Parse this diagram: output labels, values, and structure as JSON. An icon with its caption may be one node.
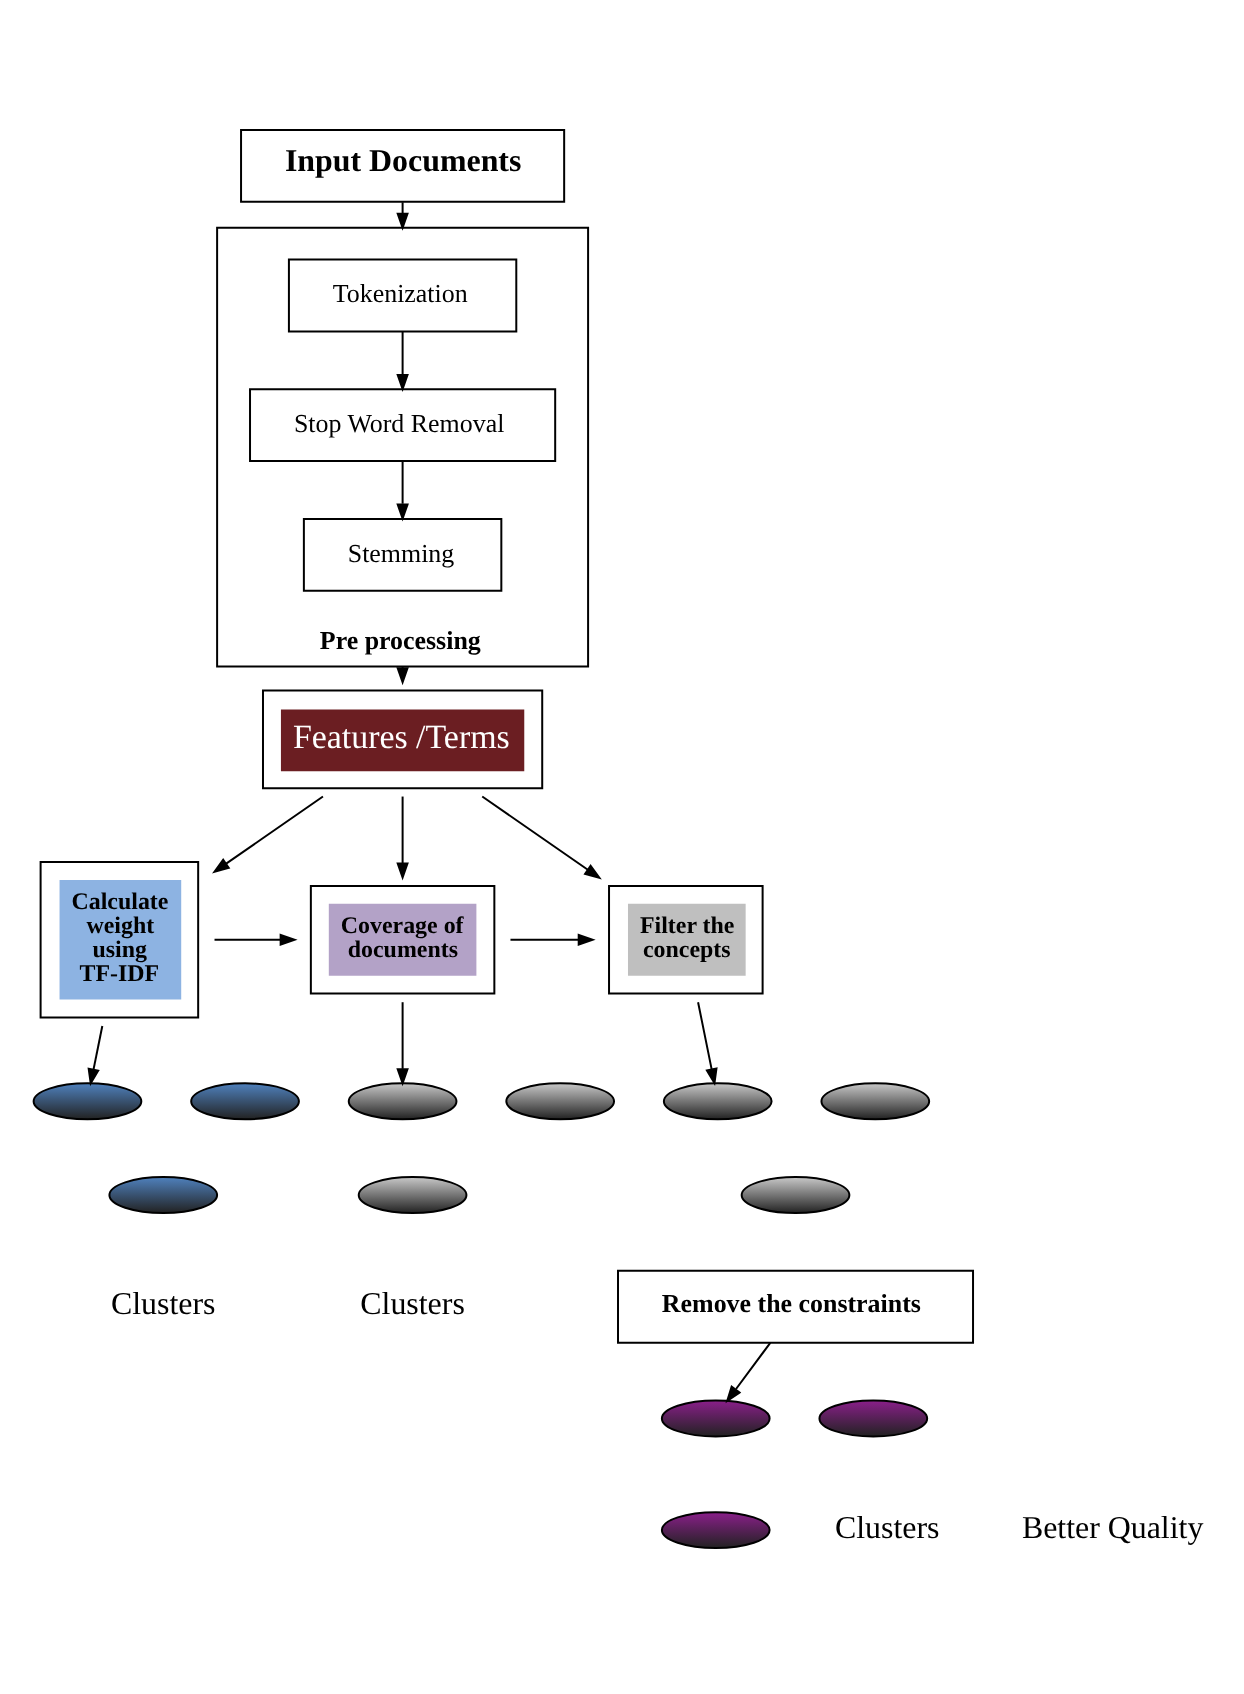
{
  "diagram": {
    "nodes": [
      {
        "text": [
          "Input Documents"
        ]
      },
      {
        "text": [
          "Pre processing"
        ]
      },
      {
        "text": [
          "Tokenization"
        ],
        "in": 1
      },
      {
        "text": [
          "Stop Word Removal"
        ],
        "in": 1
      },
      {
        "text": [
          "Stemming"
        ],
        "in": 1
      },
      {
        "text": [
          "Features /Terms"
        ]
      },
      {
        "text": [
          "Calculate weight using TF-IDF"
        ]
      },
      {
        "text": [
          "Coverage of documents"
        ]
      },
      {
        "text": [
          "Filter the concepts"
        ]
      },
      {
        "text": [],
        "shape": "ellipse"
      },
      {
        "text": [],
        "shape": "ellipse"
      },
      {
        "text": [],
        "shape": "ellipse"
      },
      {
        "text": [],
        "shape": "ellipse"
      },
      {
        "text": [],
        "shape": "ellipse"
      },
      {
        "text": [],
        "shape": "ellipse"
      },
      {
        "text": [],
        "shape": "ellipse"
      },
      {
        "text": [],
        "shape": "ellipse"
      },
      {
        "text": [],
        "shape": "ellipse"
      },
      {
        "text": [
          "Remove the constraints"
        ]
      },
      {
        "text": [],
        "shape": "ellipse"
      },
      {
        "text": [],
        "shape": "ellipse"
      },
      {
        "text": [],
        "shape": "ellipse"
      }
    ],
    "edges": [
      {
        "from": 0,
        "to": 1,
        "arrow": "to"
      },
      {
        "from": 2,
        "to": 3,
        "arrow": "to"
      },
      {
        "from": 3,
        "to": 4,
        "arrow": "to"
      },
      {
        "from": 1,
        "to": 5,
        "arrow": "to"
      },
      {
        "from": 5,
        "to": 6,
        "arrow": "to"
      },
      {
        "from": 5,
        "to": 7,
        "arrow": "to"
      },
      {
        "from": 5,
        "to": 8,
        "arrow": "to"
      },
      {
        "from": 6,
        "to": 7,
        "arrow": "to"
      },
      {
        "from": 7,
        "to": 8,
        "arrow": "to"
      },
      {
        "from": 6,
        "to": 10,
        "arrow": "to"
      },
      {
        "from": 7,
        "to": 13,
        "arrow": "to"
      },
      {
        "from": 8,
        "to": 16,
        "arrow": "to"
      },
      {
        "from": 18,
        "to": 19,
        "arrow": "to"
      }
    ],
    "labels": [
      "Clusters",
      "Clusters",
      "Better Quality",
      "Clusters"
    ]
  }
}
